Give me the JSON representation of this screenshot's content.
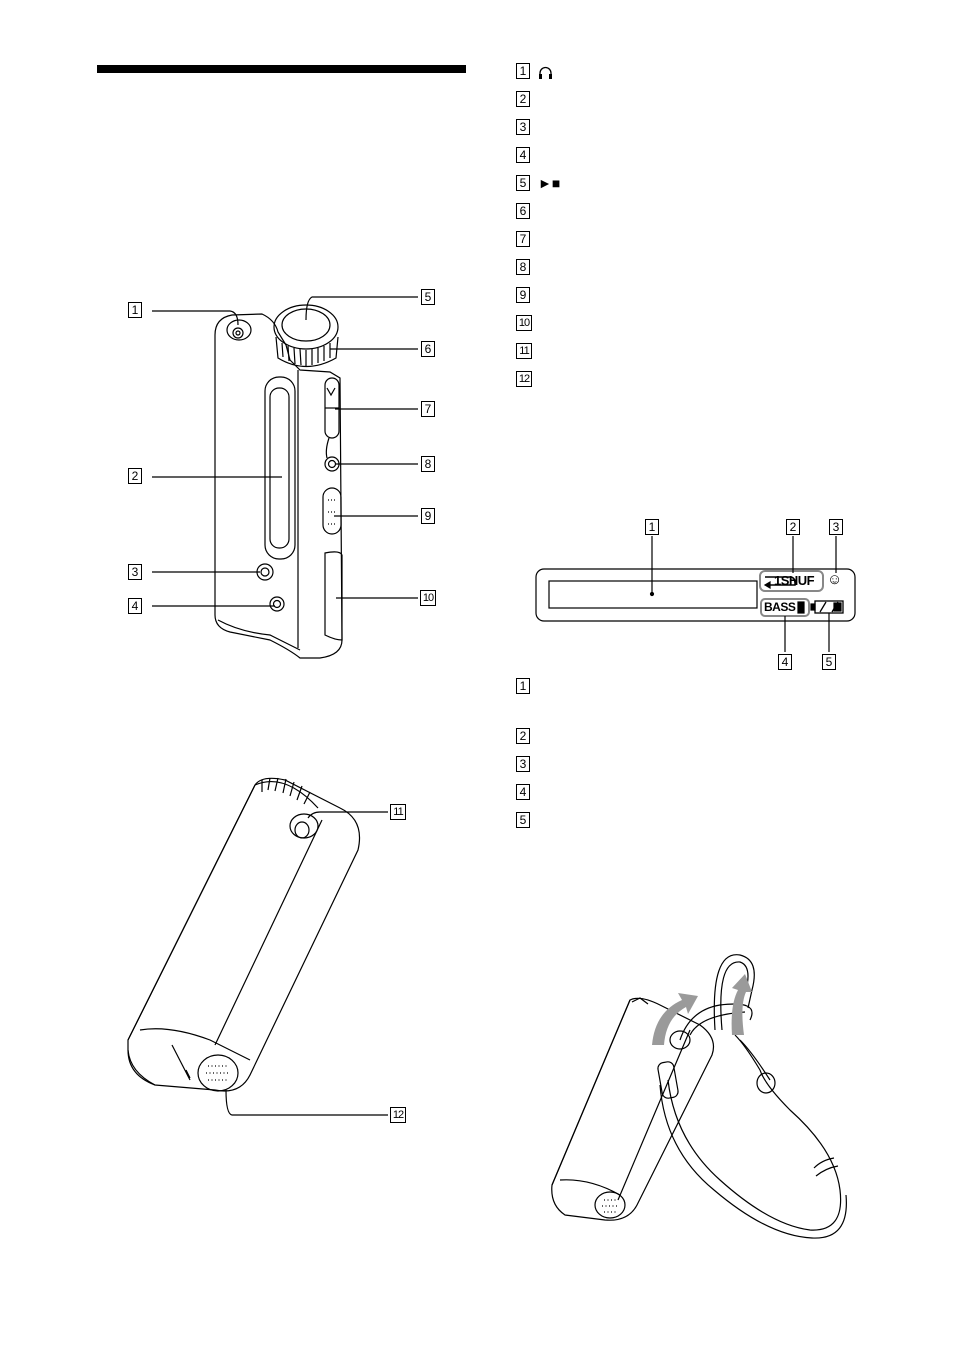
{
  "parts_list": [
    {
      "num": "1",
      "symbol": "headphones-icon"
    },
    {
      "num": "2"
    },
    {
      "num": "3"
    },
    {
      "num": "4"
    },
    {
      "num": "5",
      "symbol_text": "►■"
    },
    {
      "num": "6"
    },
    {
      "num": "7"
    },
    {
      "num": "8"
    },
    {
      "num": "9"
    },
    {
      "num": "10"
    },
    {
      "num": "11"
    },
    {
      "num": "12"
    }
  ],
  "display_list": [
    {
      "num": "1"
    },
    {
      "num": "2"
    },
    {
      "num": "3"
    },
    {
      "num": "4"
    },
    {
      "num": "5"
    }
  ],
  "front_callouts": [
    "1",
    "2",
    "3",
    "4",
    "5",
    "6",
    "7",
    "8",
    "9",
    "10"
  ],
  "back_callouts": [
    "11",
    "12"
  ],
  "display_callouts": [
    "1",
    "2",
    "3",
    "4",
    "5"
  ],
  "display_panel": {
    "repeat_shuffle_text": "1SHUF",
    "bass_text": "BASS",
    "smiley_symbol": "☺"
  }
}
